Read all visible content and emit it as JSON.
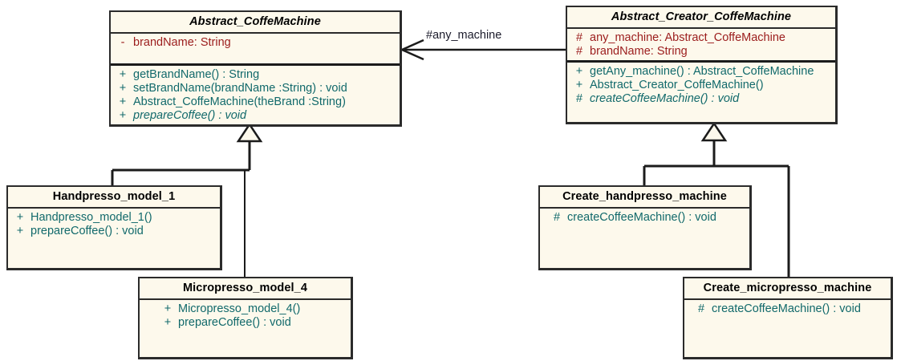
{
  "diagram": {
    "title": "Abstract Factory / Factory Method coffee machine class diagram",
    "background": "#ffffff",
    "class_fill": "#fdf9ec",
    "border_color": "#2b2b2b",
    "attribute_color": "#9b1c1c",
    "method_color": "#11696b"
  },
  "classes": {
    "abstract_coffemachine": {
      "name": "Abstract_CoffeMachine",
      "abstract": true,
      "attributes": [
        {
          "visibility": "-",
          "signature": "brandName:  String",
          "abstract": false
        }
      ],
      "methods": [
        {
          "visibility": "+",
          "signature": "getBrandName() : String",
          "abstract": false
        },
        {
          "visibility": "+",
          "signature": "setBrandName(brandName :String) : void",
          "abstract": false
        },
        {
          "visibility": "+",
          "signature": "Abstract_CoffeMachine(theBrand :String)",
          "abstract": false
        },
        {
          "visibility": "+",
          "signature": "prepareCoffee() : void",
          "abstract": true
        }
      ]
    },
    "abstract_creator_coffemachine": {
      "name": "Abstract_Creator_CoffeMachine",
      "abstract": true,
      "attributes": [
        {
          "visibility": "#",
          "signature": "any_machine:  Abstract_CoffeMachine",
          "abstract": false
        },
        {
          "visibility": "#",
          "signature": "brandName:  String",
          "abstract": false
        }
      ],
      "methods": [
        {
          "visibility": "+",
          "signature": "getAny_machine() : Abstract_CoffeMachine",
          "abstract": false
        },
        {
          "visibility": "+",
          "signature": "Abstract_Creator_CoffeMachine()",
          "abstract": false
        },
        {
          "visibility": "#",
          "signature": "createCoffeeMachine() : void",
          "abstract": true
        }
      ]
    },
    "handpresso_model_1": {
      "name": "Handpresso_model_1",
      "abstract": false,
      "attributes": [],
      "methods": [
        {
          "visibility": "+",
          "signature": "Handpresso_model_1()",
          "abstract": false
        },
        {
          "visibility": "+",
          "signature": "prepareCoffee() : void",
          "abstract": false
        }
      ]
    },
    "micropresso_model_4": {
      "name": "Micropresso_model_4",
      "abstract": false,
      "attributes": [],
      "methods": [
        {
          "visibility": "+",
          "signature": "Micropresso_model_4()",
          "abstract": false
        },
        {
          "visibility": "+",
          "signature": "prepareCoffee() : void",
          "abstract": false
        }
      ]
    },
    "create_handpresso_machine": {
      "name": "Create_handpresso_machine",
      "abstract": false,
      "attributes": [],
      "methods": [
        {
          "visibility": "#",
          "signature": "createCoffeeMachine() : void",
          "abstract": false
        }
      ]
    },
    "create_micropresso_machine": {
      "name": "Create_micropresso_machine",
      "abstract": false,
      "attributes": [],
      "methods": [
        {
          "visibility": "#",
          "signature": "createCoffeeMachine() : void",
          "abstract": false
        }
      ]
    }
  },
  "relationships": {
    "association": {
      "label": "#any_machine",
      "from": "Abstract_Creator_CoffeMachine",
      "to": "Abstract_CoffeMachine",
      "type": "association-open-arrow"
    },
    "generalizations": [
      {
        "from": "Handpresso_model_1",
        "to": "Abstract_CoffeMachine"
      },
      {
        "from": "Micropresso_model_4",
        "to": "Abstract_CoffeMachine"
      },
      {
        "from": "Create_handpresso_machine",
        "to": "Abstract_Creator_CoffeMachine"
      },
      {
        "from": "Create_micropresso_machine",
        "to": "Abstract_Creator_CoffeMachine"
      }
    ]
  }
}
